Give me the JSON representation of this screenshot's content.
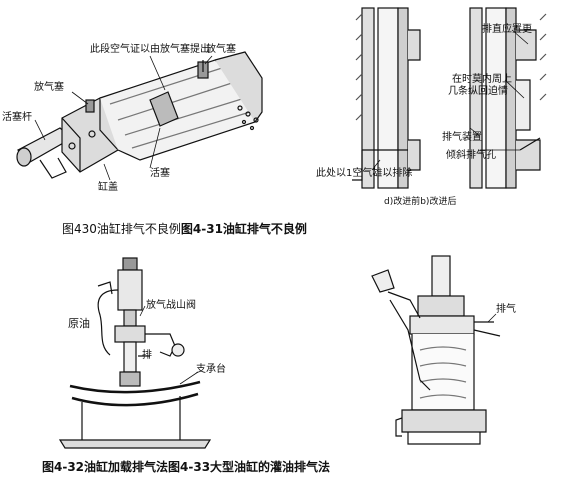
{
  "fig1": {
    "labels": {
      "air_from_plug": "此段空气证以由放气塞提出",
      "plug_top": "放气塞",
      "plug_left": "放气塞",
      "rod": "活塞杆",
      "cap": "缸盖",
      "piston": "活塞"
    },
    "caption_plain": "图430油缸排气不良例",
    "caption_bold": "图4-31油缸排气不良例"
  },
  "fig2": {
    "labels": {
      "position": "排直应置更",
      "inner": "在时莫内周上",
      "rings": "几条纵回迫情",
      "device": "排气装置",
      "slant": "倾斜排气孔",
      "bottom": "此处以1空气雄以排除"
    },
    "subcaption": "d)改进前b)改进后"
  },
  "fig3": {
    "labels": {
      "raw_oil": "原油",
      "valve": "放气战山阀",
      "exhaust": "排",
      "stand": "支承台"
    }
  },
  "fig4": {
    "labels": {
      "exhaust": "排气"
    }
  },
  "bottom_caption": {
    "left": "图4-32油缸加载排气法",
    "right": "图4-33大型油缸的灌油排气法"
  }
}
